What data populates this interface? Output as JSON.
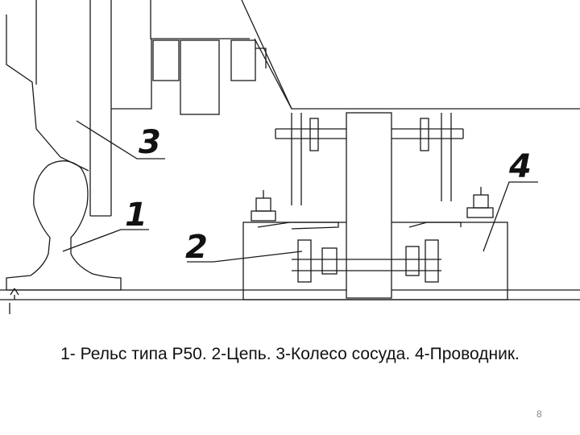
{
  "labels": {
    "one": "1",
    "two": "2",
    "three": "3",
    "four": "4"
  },
  "caption": "1- Рельс типа Р50. 2-Цепь. 3-Колесо сосуда. 4-Проводник.",
  "page_number": "8"
}
